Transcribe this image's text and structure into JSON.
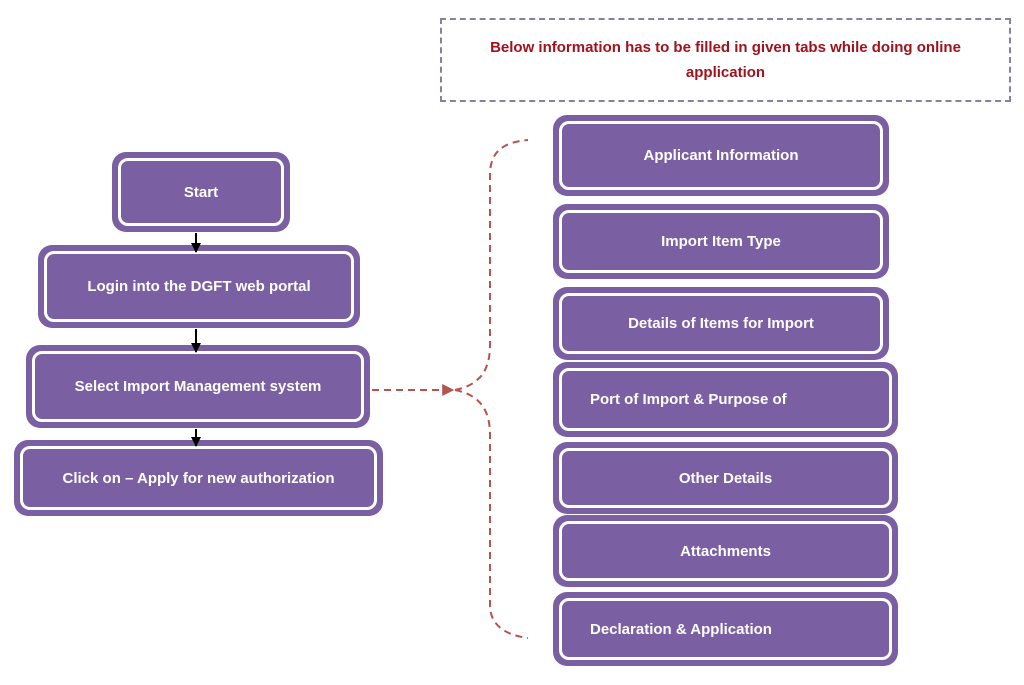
{
  "note": {
    "text": "Below information has to be filled in given tabs while doing online application"
  },
  "flow_steps": [
    {
      "label": "Start"
    },
    {
      "label": "Login into the DGFT web portal"
    },
    {
      "label": "Select Import Management system"
    },
    {
      "label": "Click on – Apply for new authorization"
    }
  ],
  "application_tabs": [
    {
      "label": "Applicant Information"
    },
    {
      "label": "Import Item Type"
    },
    {
      "label": "Details of Items for Import"
    },
    {
      "label": "Port of Import & Purpose of"
    },
    {
      "label": "Other Details"
    },
    {
      "label": "Attachments"
    },
    {
      "label": "Declaration & Application"
    }
  ],
  "colors": {
    "box_fill": "#7b5fa3",
    "note_text": "#a0121c",
    "note_border": "#8a7fa3",
    "dashed_connector": "#b5534f",
    "arrow": "#000000"
  }
}
